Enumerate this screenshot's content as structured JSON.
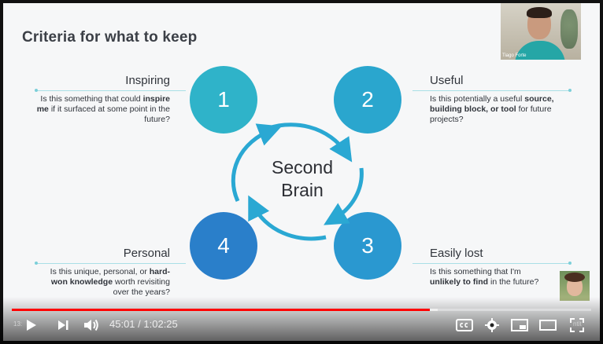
{
  "slide": {
    "title": "Criteria for what to keep",
    "center_line1": "Second",
    "center_line2": "Brain",
    "criteria": [
      {
        "number": "1",
        "title": "Inspiring",
        "desc_parts": [
          "Is this something that could ",
          "inspire me",
          " if it surfaced at some point in the future?"
        ]
      },
      {
        "number": "2",
        "title": "Useful",
        "desc_parts": [
          "Is this potentially a useful ",
          "source, building block, or tool",
          " for future projects?"
        ]
      },
      {
        "number": "3",
        "title": "Easily lost",
        "desc_parts": [
          "Is this something that I'm ",
          "unlikely to find",
          " in the future?"
        ]
      },
      {
        "number": "4",
        "title": "Personal",
        "desc_parts": [
          "Is this unique, personal, or ",
          "hard-won knowledge",
          " worth revisiting over the years?"
        ]
      }
    ],
    "colors": {
      "c1": "#2fb3c9",
      "c2": "#2aa1c9",
      "c3": "#2b97cf",
      "c4": "#2a7fca",
      "arrow": "#2aa8d3"
    }
  },
  "webcam": {
    "name": "Tiago Forte"
  },
  "player": {
    "current_time": "45:01",
    "separator": " / ",
    "duration": "1:02:25",
    "progress_played": 0.721,
    "progress_loaded": 0.735,
    "faint_left": "13:",
    "faint_right": "ntit"
  }
}
